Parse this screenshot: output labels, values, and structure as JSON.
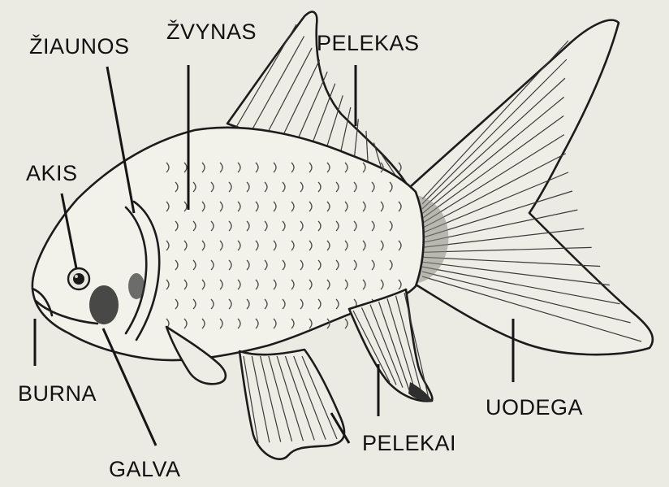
{
  "diagram": {
    "labels": {
      "ziaunos": "ŽIAUNOS",
      "zvynas": "ŽVYNAS",
      "pelekas": "PELEKAS",
      "akis": "AKIS",
      "burna": "BURNA",
      "galva": "GALVA",
      "pelekai": "PELEKAI",
      "uodega": "UODEGA"
    },
    "colors": {
      "background": "#ecebe3",
      "ink": "#111111",
      "fish_fill": "#f2f1ea"
    }
  }
}
